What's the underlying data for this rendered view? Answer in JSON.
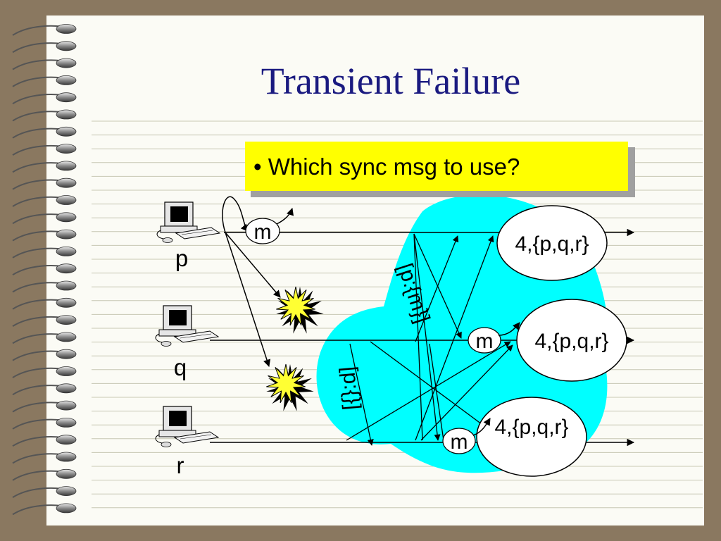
{
  "slide": {
    "title": "Transient Failure",
    "bullet": "Which sync msg to use?"
  },
  "processes": [
    {
      "name": "p"
    },
    {
      "name": "q"
    },
    {
      "name": "r"
    }
  ],
  "messages": {
    "m_label": "m",
    "view_label": "4,{p,q,r}",
    "sync_p_label": "[p:{m}]",
    "sync_empty_label": "[p:{}]"
  },
  "icons": [
    "computer-icon",
    "explosion-icon"
  ],
  "colors": {
    "background_frame": "#8a7860",
    "page": "#fbfbf5",
    "ruled_line": "#c8c8b4",
    "title": "#1a1a80",
    "callout_fill": "#ffff00",
    "callout_shadow": "#a0a0a0",
    "cloud_fill": "#00ffff",
    "explosion_yellow": "#ffff33"
  }
}
